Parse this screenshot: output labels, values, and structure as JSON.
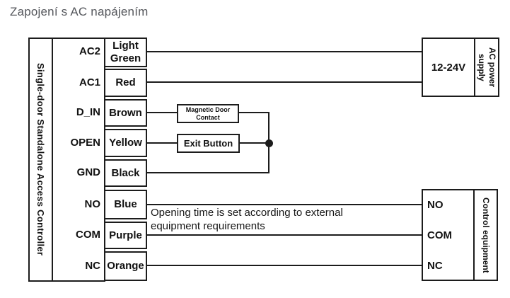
{
  "title": "Zapojení s AC napájením",
  "controller": {
    "name": "Single-door Standalone Access Controller",
    "terminals": [
      {
        "terminal": "AC2",
        "wire": "Light Green"
      },
      {
        "terminal": "AC1",
        "wire": "Red"
      },
      {
        "terminal": "D_IN",
        "wire": "Brown"
      },
      {
        "terminal": "OPEN",
        "wire": "Yellow"
      },
      {
        "terminal": "GND",
        "wire": "Black"
      },
      {
        "terminal": "NO",
        "wire": "Blue"
      },
      {
        "terminal": "COM",
        "wire": "Purple"
      },
      {
        "terminal": "NC",
        "wire": "Orange"
      }
    ]
  },
  "devices": {
    "magnetic_door_contact": "Magnetic Door Contact",
    "exit_button": "Exit Button"
  },
  "power_supply": {
    "voltage": "12-24V",
    "label": "AC power supply"
  },
  "control_equipment": {
    "label": "Control equipment",
    "terminals": [
      "NO",
      "COM",
      "NC"
    ]
  },
  "note": "Opening time is set according to external equipment requirements",
  "colors": {
    "background": "#ffffff",
    "line": "#1c1c1c",
    "title_text": "#55575c"
  }
}
